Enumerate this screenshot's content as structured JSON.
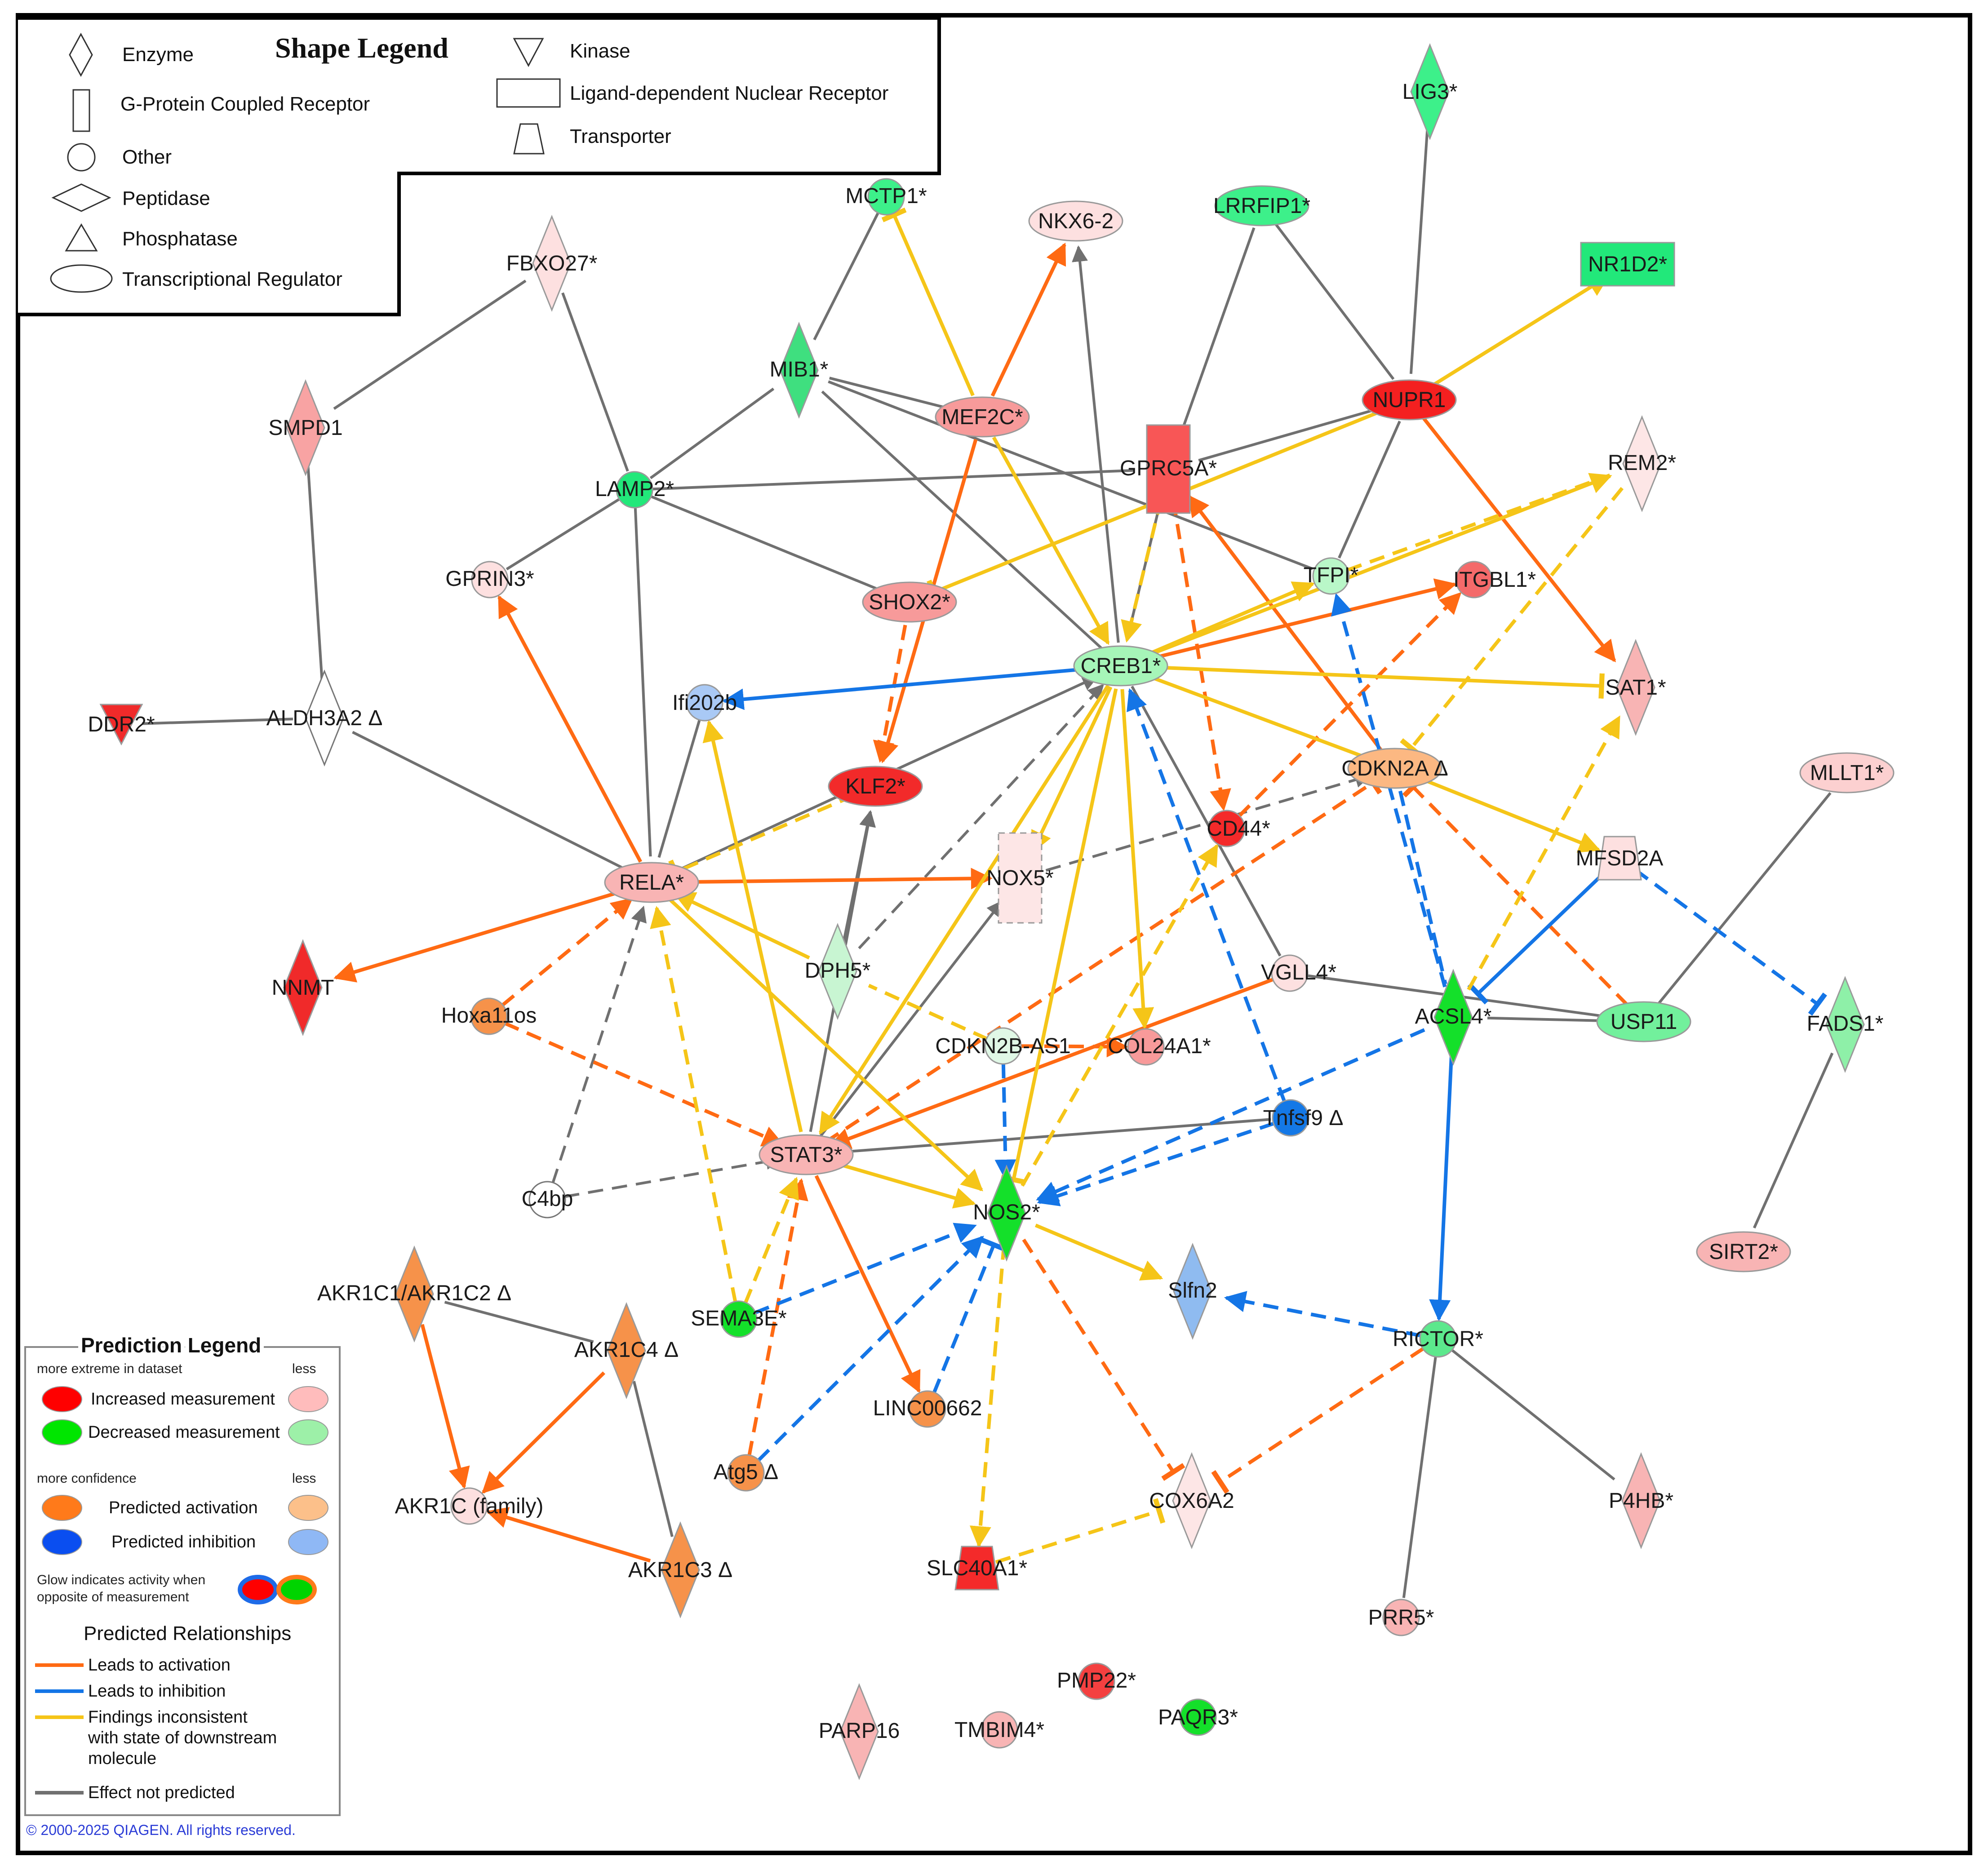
{
  "shape_legend": {
    "title": "Shape Legend",
    "items": [
      {
        "shape": "enzyme-diamond",
        "label": "Enzyme"
      },
      {
        "shape": "gpcr-rectangle",
        "label": "G-Protein Coupled Receptor"
      },
      {
        "shape": "other-circle",
        "label": "Other"
      },
      {
        "shape": "peptidase-wide-diamond",
        "label": "Peptidase"
      },
      {
        "shape": "phosphatase-triangle",
        "label": "Phosphatase"
      },
      {
        "shape": "transcriptional-regulator-ellipse",
        "label": "Transcriptional Regulator"
      },
      {
        "shape": "kinase-inverted-triangle",
        "label": "Kinase"
      },
      {
        "shape": "nuclear-receptor-rectangle",
        "label": "Ligand-dependent Nuclear Receptor"
      },
      {
        "shape": "transporter-trapezoid",
        "label": "Transporter"
      }
    ]
  },
  "prediction_legend": {
    "title": "Prediction Legend",
    "extreme_label": "more extreme in dataset",
    "less_label": "less",
    "increased": "Increased measurement",
    "decreased": "Decreased measurement",
    "confidence_label": "more confidence",
    "less_label_2": "less",
    "activation": "Predicted activation",
    "inhibition": "Predicted inhibition",
    "glow_line1": "Glow indicates activity when",
    "glow_line2": "opposite of measurement",
    "relationships_title": "Predicted Relationships",
    "rel_activation": "Leads to activation",
    "rel_inhibition": "Leads to inhibition",
    "rel_inconsistent_1": "Findings inconsistent",
    "rel_inconsistent_2": "with state of downstream",
    "rel_inconsistent_3": "molecule",
    "rel_not_predicted": "Effect not predicted"
  },
  "colors": {
    "activation": "#ff6a13",
    "inhibition": "#1475e6",
    "inconsistent": "#f5c518",
    "not_predicted": "#707070",
    "increased_strong": "#ff0000",
    "increased_light": "#ffbcbc",
    "decreased_strong": "#00e600",
    "decreased_light": "#9df0a8",
    "activation_strong": "#ff7a1a",
    "activation_light": "#fcc08a",
    "inhibition_strong": "#0a4ef0",
    "inhibition_light": "#8fb8f5"
  },
  "nodes": [
    {
      "id": "LIG3",
      "label": "LIG3*"
    },
    {
      "id": "MCTP1",
      "label": "MCTP1*"
    },
    {
      "id": "NKX62",
      "label": "NKX6-2"
    },
    {
      "id": "LRRFIP1",
      "label": "LRRFIP1*"
    },
    {
      "id": "NR1D2",
      "label": "NR1D2*"
    },
    {
      "id": "FBXO27",
      "label": "FBXO27*"
    },
    {
      "id": "MIB1",
      "label": "MIB1*"
    },
    {
      "id": "MEF2C",
      "label": "MEF2C*"
    },
    {
      "id": "NUPR1",
      "label": "NUPR1"
    },
    {
      "id": "SMPD1",
      "label": "SMPD1"
    },
    {
      "id": "GPRC5A",
      "label": "GPRC5A*"
    },
    {
      "id": "REM2",
      "label": "REM2*"
    },
    {
      "id": "LAMP2",
      "label": "LAMP2*"
    },
    {
      "id": "GPRIN3",
      "label": "GPRIN3*"
    },
    {
      "id": "SHOX2",
      "label": "SHOX2*"
    },
    {
      "id": "TFPI",
      "label": "TFPI*"
    },
    {
      "id": "ITGBL1",
      "label": "ITGBL1*"
    },
    {
      "id": "CREB1",
      "label": "CREB1*"
    },
    {
      "id": "IFI202B",
      "label": "Ifi202b"
    },
    {
      "id": "SAT1",
      "label": "SAT1*"
    },
    {
      "id": "DDR2",
      "label": "DDR2*"
    },
    {
      "id": "ALDH3A2",
      "label": "ALDH3A2 Δ"
    },
    {
      "id": "KLF2",
      "label": "KLF2*"
    },
    {
      "id": "CDKN2A",
      "label": "CDKN2A Δ"
    },
    {
      "id": "MLLT1",
      "label": "MLLT1*"
    },
    {
      "id": "CD44",
      "label": "CD44*"
    },
    {
      "id": "MFSD2A",
      "label": "MFSD2A"
    },
    {
      "id": "RELA",
      "label": "RELA*"
    },
    {
      "id": "NOX5",
      "label": "NOX5*"
    },
    {
      "id": "NNMT",
      "label": "NNMT"
    },
    {
      "id": "DPH5",
      "label": "DPH5*"
    },
    {
      "id": "VGLL4",
      "label": "VGLL4*"
    },
    {
      "id": "HOXA11OS",
      "label": "Hoxa11os"
    },
    {
      "id": "ACSL4",
      "label": "ACSL4*"
    },
    {
      "id": "USP11",
      "label": "USP11"
    },
    {
      "id": "FADS1",
      "label": "FADS1*"
    },
    {
      "id": "CDKN2BAS1",
      "label": "CDKN2B-AS1"
    },
    {
      "id": "COL24A1",
      "label": "COL24A1*"
    },
    {
      "id": "TNFSF9",
      "label": "Tnfsf9 Δ"
    },
    {
      "id": "STAT3",
      "label": "STAT3*"
    },
    {
      "id": "C4BP",
      "label": "C4bp"
    },
    {
      "id": "NOS2",
      "label": "NOS2*"
    },
    {
      "id": "SIRT2",
      "label": "SIRT2*"
    },
    {
      "id": "AKR1C1",
      "label": "AKR1C1/AKR1C2 Δ"
    },
    {
      "id": "AKR1C4",
      "label": "AKR1C4 Δ"
    },
    {
      "id": "SEMA3E",
      "label": "SEMA3E*"
    },
    {
      "id": "SLFN2",
      "label": "Slfn2"
    },
    {
      "id": "RICTOR",
      "label": "RICTOR*"
    },
    {
      "id": "LINC00662",
      "label": "LINC00662"
    },
    {
      "id": "ATG5",
      "label": "Atg5 Δ"
    },
    {
      "id": "AKR1C",
      "label": "AKR1C (family)"
    },
    {
      "id": "COX6A2",
      "label": "COX6A2"
    },
    {
      "id": "P4HB",
      "label": "P4HB*"
    },
    {
      "id": "AKR1C3",
      "label": "AKR1C3 Δ"
    },
    {
      "id": "SLC40A1",
      "label": "SLC40A1*"
    },
    {
      "id": "PRR5",
      "label": "PRR5*"
    },
    {
      "id": "PMP22",
      "label": "PMP22*"
    },
    {
      "id": "PARP16",
      "label": "PARP16"
    },
    {
      "id": "TMBIM4",
      "label": "TMBIM4*"
    },
    {
      "id": "PAQR3",
      "label": "PAQR3*"
    }
  ],
  "copyright": "© 2000-2025 QIAGEN. All rights reserved."
}
